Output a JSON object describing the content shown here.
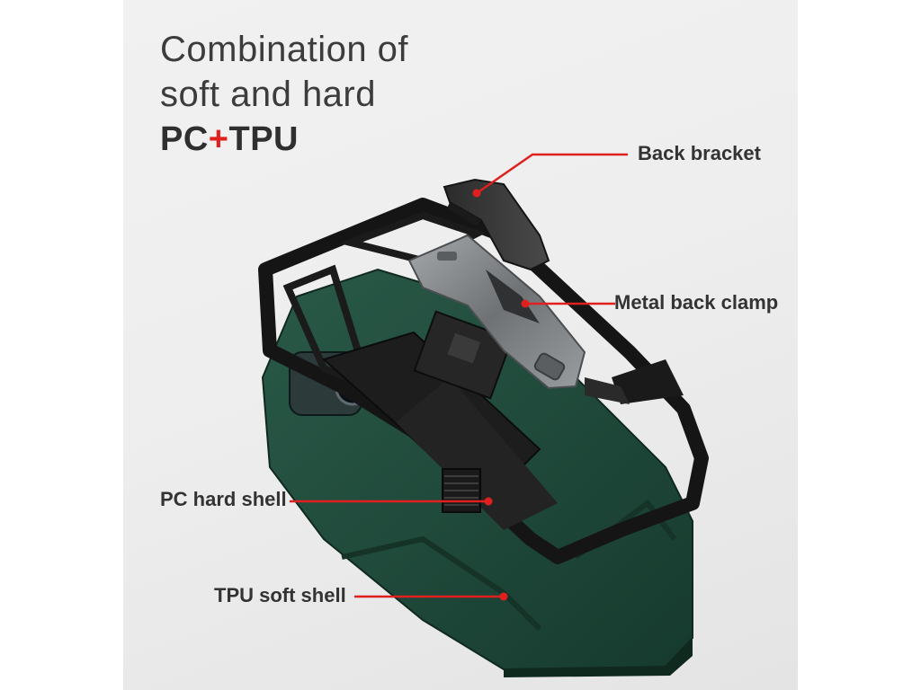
{
  "headline": {
    "line1": "Combination of",
    "line2": "soft and hard",
    "pc": "PC",
    "plus": "+",
    "tpu": "TPU"
  },
  "callouts": {
    "back_bracket": "Back bracket",
    "metal_back_clamp": "Metal back clamp",
    "pc_hard_shell": "PC hard shell",
    "tpu_soft_shell": "TPU soft shell"
  },
  "colors": {
    "accent_red": "#e0201e",
    "tpu_green": "#1f4a3b",
    "pc_black": "#1b1b1b",
    "metal_gray": "#8a8d90"
  }
}
